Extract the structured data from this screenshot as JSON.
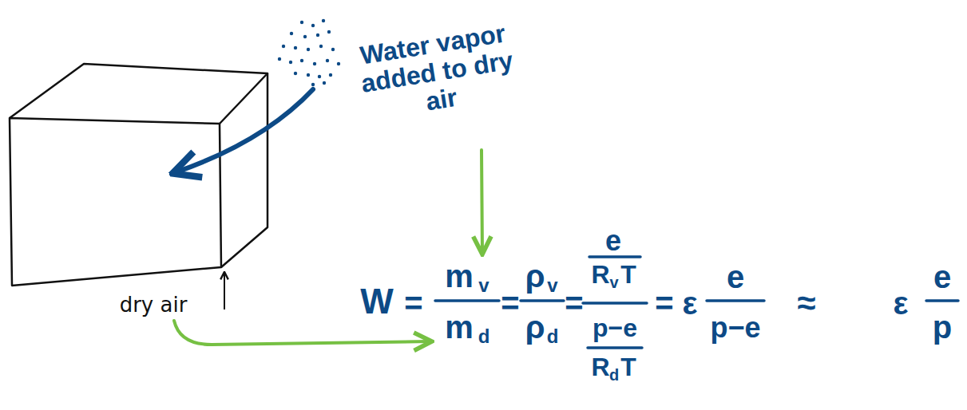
{
  "diagram": {
    "labels": [
      "Water vapor added to dry air",
      "dry air",
      "W",
      "=",
      "m",
      "v",
      "m",
      "d",
      "=",
      "ρ",
      "v",
      "ρ",
      "d",
      "=",
      "e",
      "R",
      "v",
      "T",
      "p−e",
      "R",
      "d",
      "T",
      "=",
      "ε",
      "e",
      "p−e",
      "≈",
      "ε",
      "e",
      "p"
    ]
  }
}
